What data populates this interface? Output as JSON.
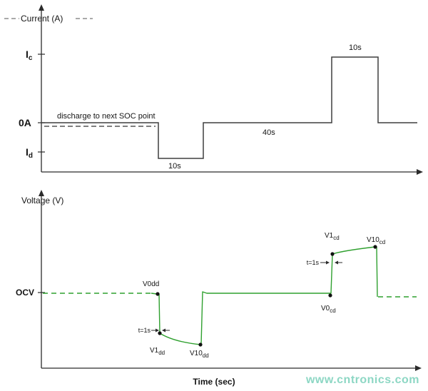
{
  "watermark": {
    "text": "www.cntronics.com"
  },
  "current_chart": {
    "y_axis_title": "Current (A)",
    "labels": {
      "ic_base": "I",
      "ic_sub": "c",
      "zero": "0A",
      "id_base": "I",
      "id_sub": "d"
    },
    "annotations": {
      "discharge_note": "discharge to next SOC point",
      "discharge_pulse_duration": "10s",
      "rest_duration": "40s",
      "charge_pulse_duration": "10s"
    }
  },
  "voltage_chart": {
    "y_axis_title": "Voltage (V)",
    "x_axis_title": "Time (sec)",
    "ocv_label": "OCV",
    "points": {
      "v0dd": "V0dd",
      "v1dd_base": "V1",
      "v1dd_sub": "dd",
      "v10dd_base": "V10",
      "v10dd_sub": "dd",
      "v0cd_base": "V0",
      "v0cd_sub": "cd",
      "v1cd_base": "V1",
      "v1cd_sub": "cd",
      "v10cd_base": "V10",
      "v10cd_sub": "cd"
    },
    "annotations": {
      "t1s_discharge": "t=1s",
      "t1s_charge": "t=1s"
    }
  },
  "colors": {
    "current_line": "#3f3f3f",
    "voltage_line": "#2fa02f",
    "watermark": "#8dd7c4"
  }
}
